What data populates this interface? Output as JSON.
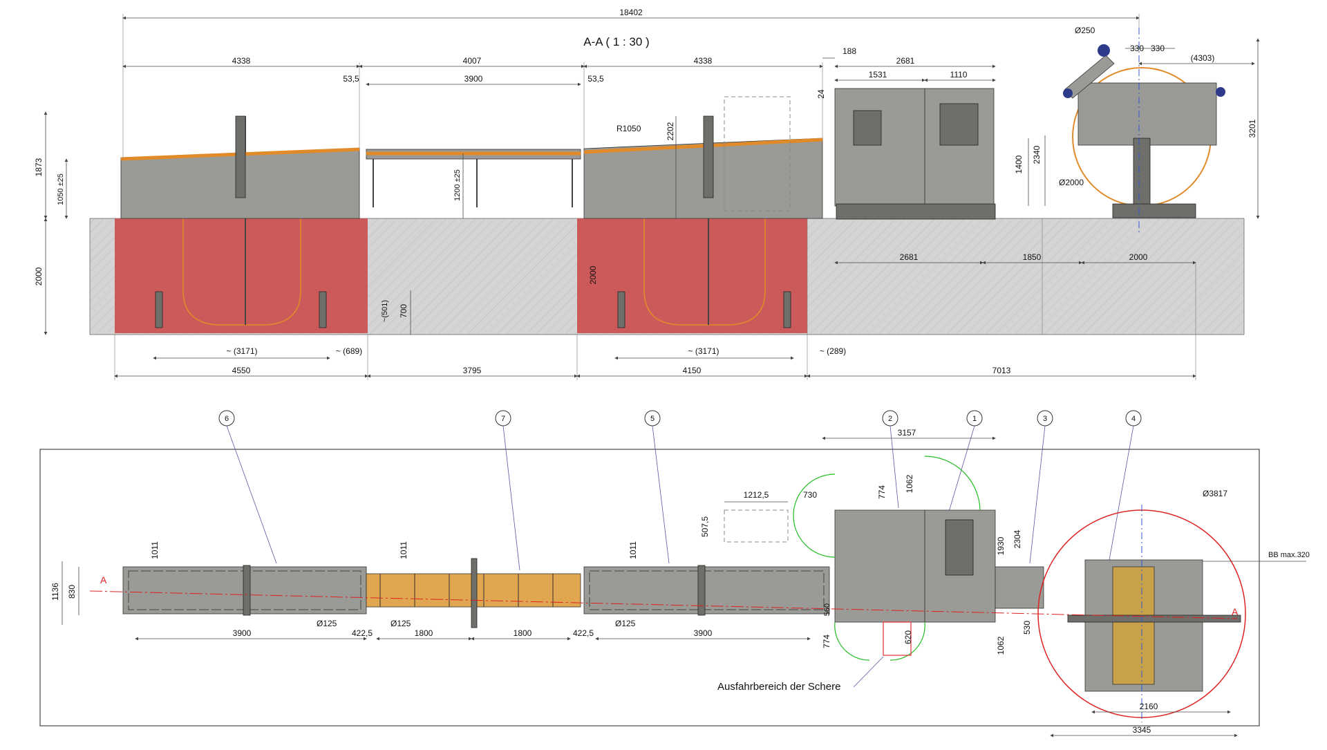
{
  "view": {
    "section_title": "A-A ( 1 : 30 )",
    "note": "Ausfahrbereich der Schere"
  },
  "top_dims": {
    "overall": "18402",
    "seg1": "4338",
    "seg2": "4007",
    "seg3": "4338",
    "gap_left": "53,5",
    "gap_right": "53,5",
    "mid": "3900",
    "d188": "188",
    "d2681": "2681",
    "d1531": "1531",
    "d1110": "1110",
    "d330a": "330",
    "d330b": "330",
    "d4303": "(4303)",
    "dia250": "Ø250",
    "dia2000": "Ø2000",
    "h1873": "1873",
    "h1050": "1050 ±25",
    "h1200": "1200 ±25",
    "h2202": "2202",
    "r1050": "R1050",
    "h24": "24",
    "h1400": "1400",
    "h2340": "2340",
    "h3201": "3201",
    "pit_depth_left": "2000",
    "pit_depth_mid": "2000",
    "h501": "~(501)",
    "h700": "700",
    "loop_left": "~ (3171)",
    "loop_left_gap": "~ (689)",
    "loop_mid": "~ (3171)",
    "loop_mid_gap": "~ (289)",
    "bot1": "4550",
    "bot2": "3795",
    "bot3": "4150",
    "bot4": "7013",
    "ins1": "2681",
    "ins2": "1850",
    "ins3": "2000"
  },
  "plan": {
    "balloons": [
      "6",
      "7",
      "5",
      "2",
      "1",
      "3",
      "4"
    ],
    "arrow_left": "A",
    "arrow_right": "A",
    "h1136": "1136",
    "h830": "830",
    "w1011a": "1011",
    "w1011b": "1011",
    "w1011c": "1011",
    "d125a": "Ø125",
    "d125b": "Ø125",
    "d125c": "Ø125",
    "b3900a": "3900",
    "b4225a": "422,5",
    "b1800a": "1800",
    "b1800b": "1800",
    "b4225b": "422,5",
    "b3900b": "3900",
    "d3157": "3157",
    "d1062a": "1062",
    "d774a": "774",
    "d1212": "1212,5",
    "d730": "730",
    "d507": "507,5",
    "d1930": "1930",
    "d2304": "2304",
    "d560": "560",
    "d774b": "774",
    "d620": "620",
    "d1062b": "1062",
    "d530": "530",
    "dia3817": "Ø3817",
    "bb": "BB max.320",
    "d2160": "2160",
    "d3345": "3345"
  }
}
